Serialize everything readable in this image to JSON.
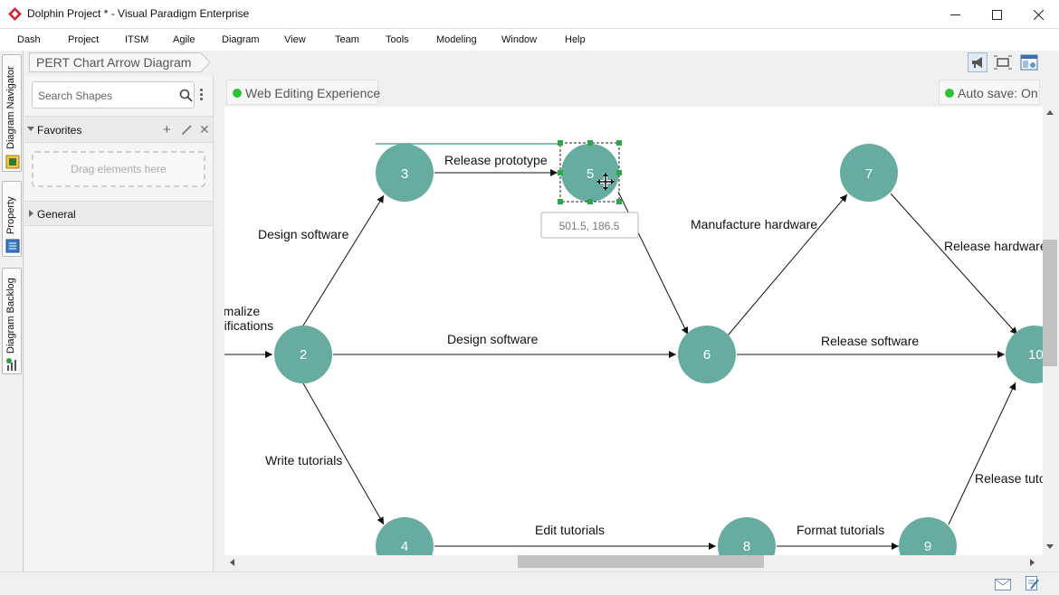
{
  "window": {
    "title": "Dolphin Project * - Visual Paradigm Enterprise",
    "controls": {
      "minimize": "─",
      "maximize": "☐",
      "close": "✕"
    }
  },
  "menu": [
    "Dash",
    "Project",
    "ITSM",
    "Agile",
    "Diagram",
    "View",
    "Team",
    "Tools",
    "Modeling",
    "Window",
    "Help"
  ],
  "left_tabs": [
    "Diagram Navigator",
    "Property",
    "Diagram Backlog"
  ],
  "breadcrumb": "PERT Chart Arrow Diagram",
  "toolbar_icons": [
    "megaphone-icon",
    "fit-diagram-icon",
    "layout-panel-icon"
  ],
  "shape_panel": {
    "search_placeholder": "Search Shapes",
    "favorites_label": "Favorites",
    "drop_hint": "Drag elements here",
    "general_label": "General"
  },
  "badges": {
    "web_editing": "Web Editing Experience",
    "autosave": "Auto save: On",
    "status_color": "#2fbf3a"
  },
  "diagram": {
    "node_color": "#67aca0",
    "nodes": [
      "2",
      "3",
      "4",
      "5",
      "6",
      "7",
      "8",
      "9",
      "10"
    ],
    "edges": {
      "design_software_up": "Design software",
      "release_prototype": "Release prototype",
      "design_software_mid": "Design software",
      "manufacture_hardware": "Manufacture hardware",
      "release_hardware": "Release hardware",
      "release_software": "Release software",
      "write_tutorials": "Write tutorials",
      "edit_tutorials": "Edit tutorials",
      "format_tutorials": "Format tutorials",
      "release_tutorials": "Release tuto",
      "formalize_specs_1": "rmalize",
      "formalize_specs_2": "'cifications"
    },
    "selection_coordinates": "501.5, 186.5"
  }
}
